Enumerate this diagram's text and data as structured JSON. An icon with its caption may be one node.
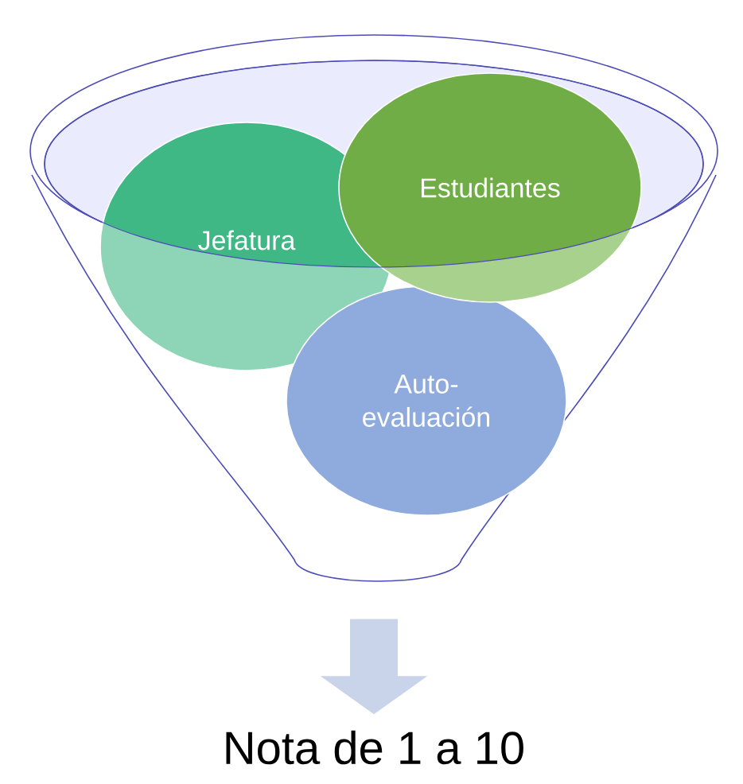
{
  "diagram": {
    "nodes": [
      {
        "text": [],
        "shape": "funnel"
      },
      {
        "text": [
          "Jefatura"
        ],
        "in": 0
      },
      {
        "text": [
          "Estudiantes"
        ],
        "in": 0
      },
      {
        "text": [
          "Auto-evaluación"
        ],
        "in": 0
      },
      {
        "text": [
          "Nota de 1 a 10"
        ]
      }
    ],
    "edges": [
      {
        "from": 0,
        "to": 4,
        "arrow": "to"
      }
    ]
  }
}
